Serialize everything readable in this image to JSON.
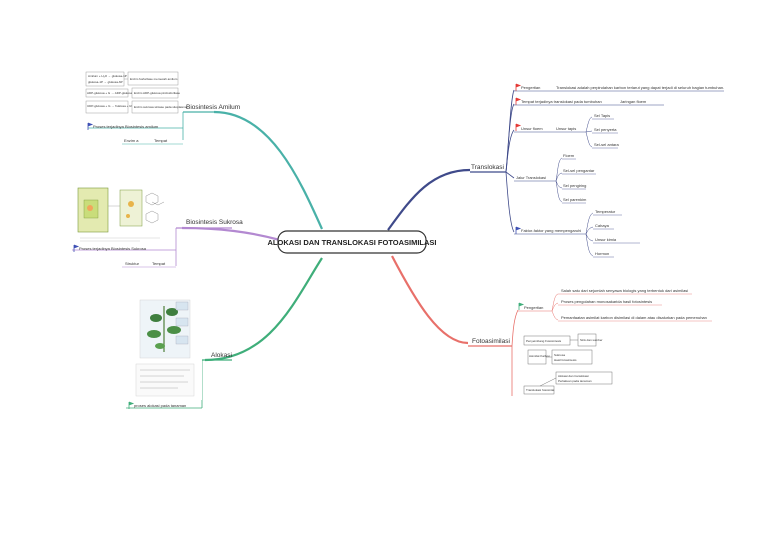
{
  "center_title": "ALOKASI DAN TRANSLOKASI FOTOASIMILASI",
  "left": {
    "amilum": {
      "label": "Biosintesis Amilum",
      "formula_1a": "Amilum + H₂O → glukosa-1P",
      "formula_1b": "glukosa-1P → glukosa-6P",
      "formula_1c": "ADP-glukosa + G → ADP-glukosa (G)n",
      "formula_1d": "UDP-glukosa + G → fruktosa + UDP",
      "note_1": "Enzim fosforilase memecah amilum",
      "note_2": "Enzim ADP-glukosa pirofosforilase",
      "note_3": "Enzim sukrosa sintase pada sitoplasma",
      "caption": "Proses terjadinya Biosintesis amilum",
      "enzim": "Enzim a",
      "tempat": "Tempat"
    },
    "sukrosa": {
      "label": "Biosintesis Sukrosa",
      "caption": "Proses terjadinya Biosintesis Sukrosa",
      "struktur": "Struktur",
      "tempat": "Tempat"
    },
    "alokasi": {
      "label": "Alokasi",
      "caption": "proses alokasi pada tanaman"
    }
  },
  "right": {
    "translokasi": {
      "label": "Translokasi",
      "pengertian": "Pengertian",
      "pengertian_text": "Translokasi adalah perpindahan karbon terlarut yang dapat terjadi di seluruh bagian tumbuhan.",
      "tempat": "Tempat terjadinya translokasi pada tumbuhan",
      "jaringan": "Jaringan floem",
      "unsur_floem": "Unsur floem",
      "unsur_tapis": "Unsur tapis",
      "tapis_items": [
        "Sel Tapis",
        "Sel penyerta",
        "Sel-sel antara"
      ],
      "jalur": "Jalur Translokasi",
      "jalur_items": [
        "Floem",
        "Sel-sel pengantar",
        "Sel pengiring",
        "Sel parenkim"
      ],
      "faktor": "Faktor-faktor yang mempengaruhi",
      "faktor_items": [
        "Temperatur",
        "Cahaya",
        "Unsur kimia",
        "Hormon"
      ]
    },
    "fotoasimilasi": {
      "label": "Fotoasimilasi",
      "pengertian": "Pengertian",
      "items": [
        "Salah satu dari sejumlah senyawa biologis yang terbentuk dari asimilasi",
        "Proses pengolahan monosakarida hasil fotosintesis",
        "Pemanfaatan asimilat karbon disimilasi di dalam atau disalurkan pada pemenuhan"
      ],
      "box1_label": "Penyeimbang Fotosintesis",
      "box1_note": "Sink dan sumber",
      "box2_label": "Asimilat Karbon",
      "box2_items": [
        "Sukrosa",
        "Hasil fotosintesis"
      ],
      "box3_label": "Translokasi fotosintat",
      "box3_items": [
        "Alokasi dan translokasi",
        "Perlakuan pada tanaman"
      ]
    }
  },
  "colors": {
    "amilum": "#49b1a8",
    "sukrosa": "#b389d1",
    "alokasi": "#3fae7a",
    "translokasi": "#3f4a8a",
    "fotoasimilasi": "#e8706a",
    "flag_red": "#e53935",
    "flag_blue": "#3f51b5"
  }
}
